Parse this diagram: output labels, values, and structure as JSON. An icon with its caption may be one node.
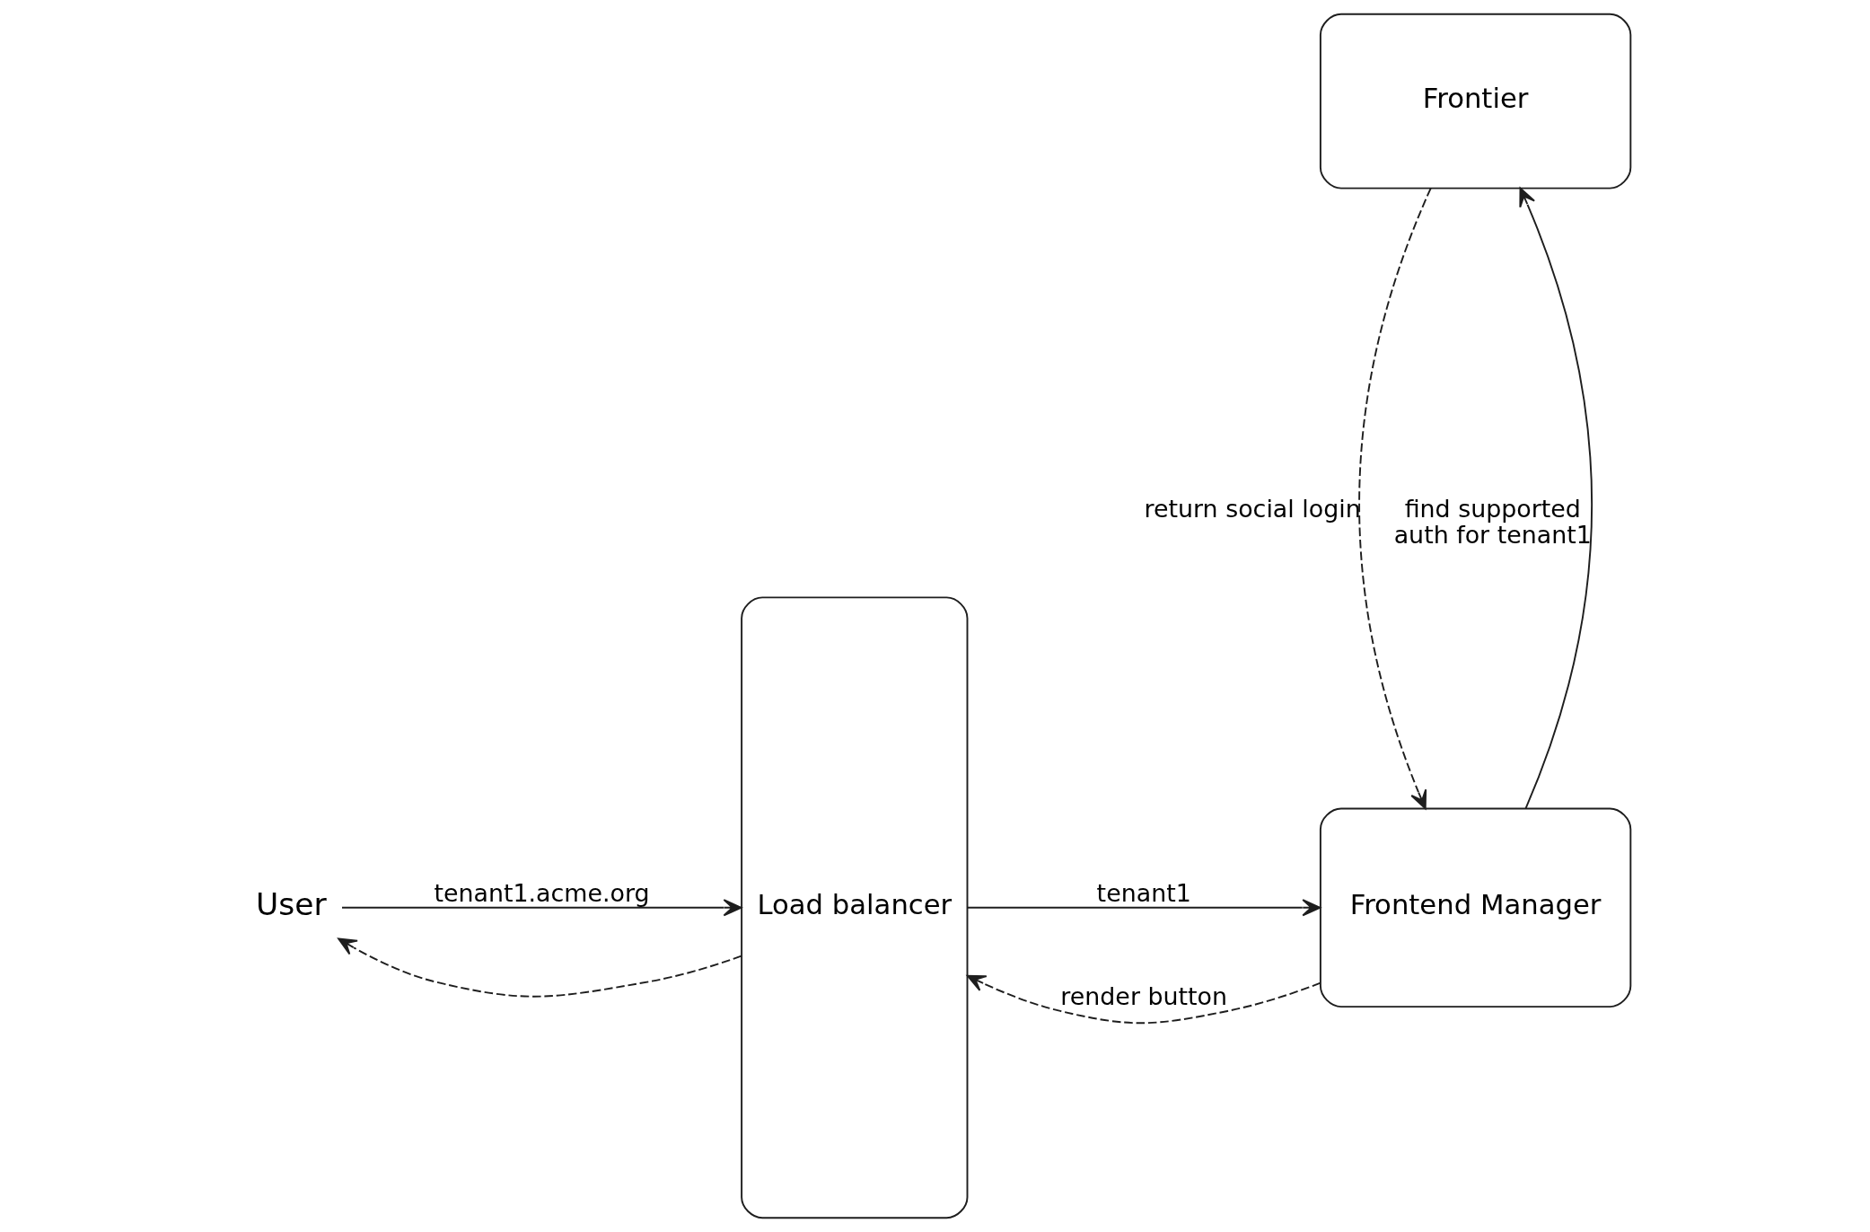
{
  "diagram": {
    "nodes": [
      {
        "text": [
          "User"
        ]
      },
      {
        "text": [
          "Load balancer"
        ]
      },
      {
        "text": [
          "Frontier"
        ]
      },
      {
        "text": [
          "Frontend Manager"
        ]
      }
    ],
    "edges": [
      {
        "from": 0,
        "to": 1,
        "arrow": "to",
        "label": "tenant1.acme.org"
      },
      {
        "from": 1,
        "to": 0,
        "arrow": "to",
        "style": "dashed"
      },
      {
        "from": 1,
        "to": 3,
        "arrow": "to",
        "label": "tenant1"
      },
      {
        "from": 3,
        "to": 1,
        "arrow": "to",
        "style": "dashed",
        "label": "render button"
      },
      {
        "from": 3,
        "to": 2,
        "arrow": "to",
        "label": "find supported auth for tenant1"
      },
      {
        "from": 2,
        "to": 3,
        "arrow": "to",
        "style": "dashed",
        "label": "return social login"
      }
    ]
  }
}
